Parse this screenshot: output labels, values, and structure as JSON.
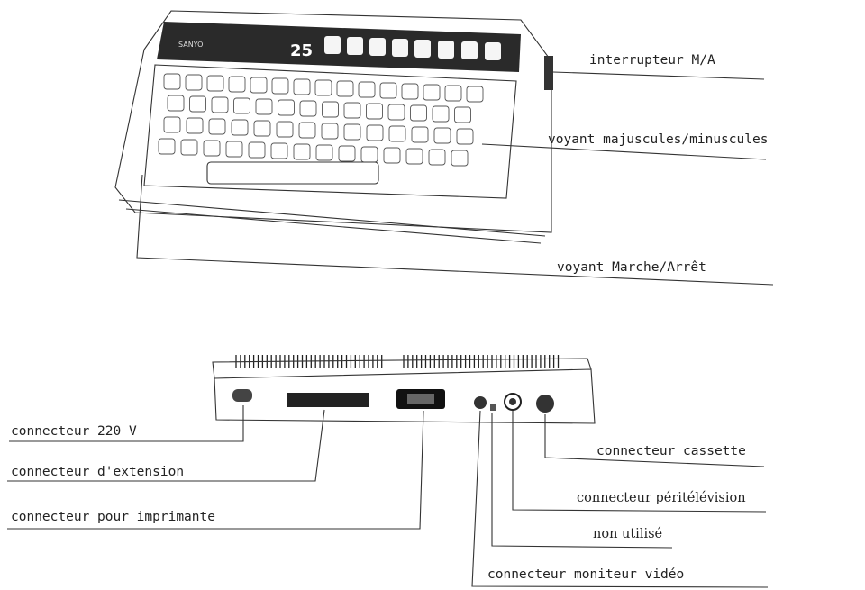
{
  "brand": "SANYO",
  "model_number": "25",
  "labels": {
    "power_switch": "interrupteur M/A",
    "caps_led": "voyant majuscules/minuscules",
    "power_led": "voyant Marche/Arrêt",
    "power_connector": "connecteur 220 V",
    "extension_connector": "connecteur d'extension",
    "printer_connector": "connecteur pour imprimante",
    "cassette_connector": "connecteur cassette",
    "scart_connector": "connecteur péritélévision",
    "unused": "non utilisé",
    "video_monitor_connector": "connecteur moniteur vidéo"
  }
}
